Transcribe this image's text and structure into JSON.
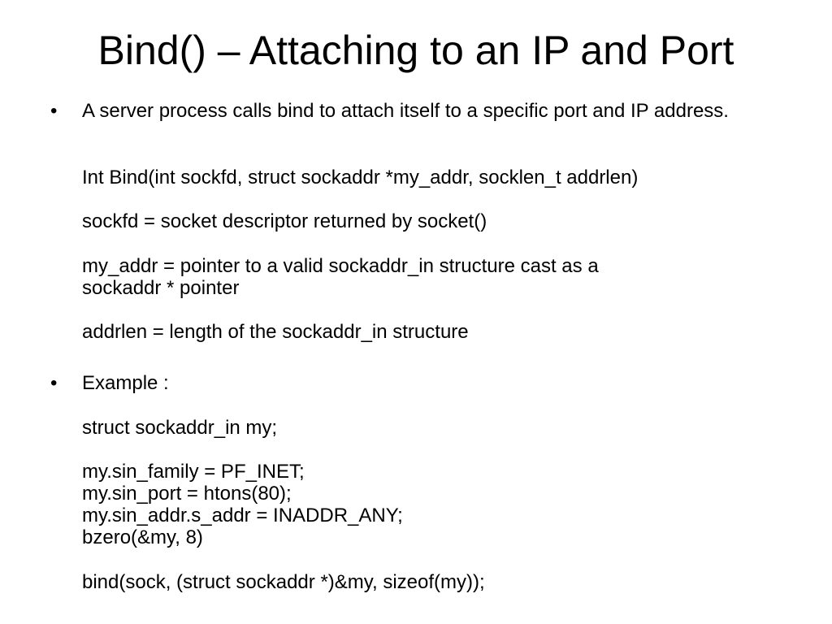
{
  "slide": {
    "title": "Bind() – Attaching to an IP and Port",
    "bullets": [
      {
        "marker": "•",
        "text": "A server process calls bind to attach itself to a specific port and IP address.",
        "lines": [
          "Int Bind(int sockfd, struct sockaddr *my_addr, socklen_t addrlen)",
          "sockfd = socket descriptor returned by socket()",
          "my_addr = pointer to a valid sockaddr_in structure cast as a",
          "sockaddr * pointer",
          "addrlen = length of the sockaddr_in structure"
        ]
      },
      {
        "marker": "•",
        "text": "Example :",
        "lines": [
          "struct sockaddr_in my;",
          "my.sin_family = PF_INET;",
          "my.sin_port = htons(80);",
          "my.sin_addr.s_addr = INADDR_ANY;",
          "bzero(&my, 8)",
          "bind(sock, (struct sockaddr *)&my, sizeof(my));"
        ]
      }
    ]
  }
}
